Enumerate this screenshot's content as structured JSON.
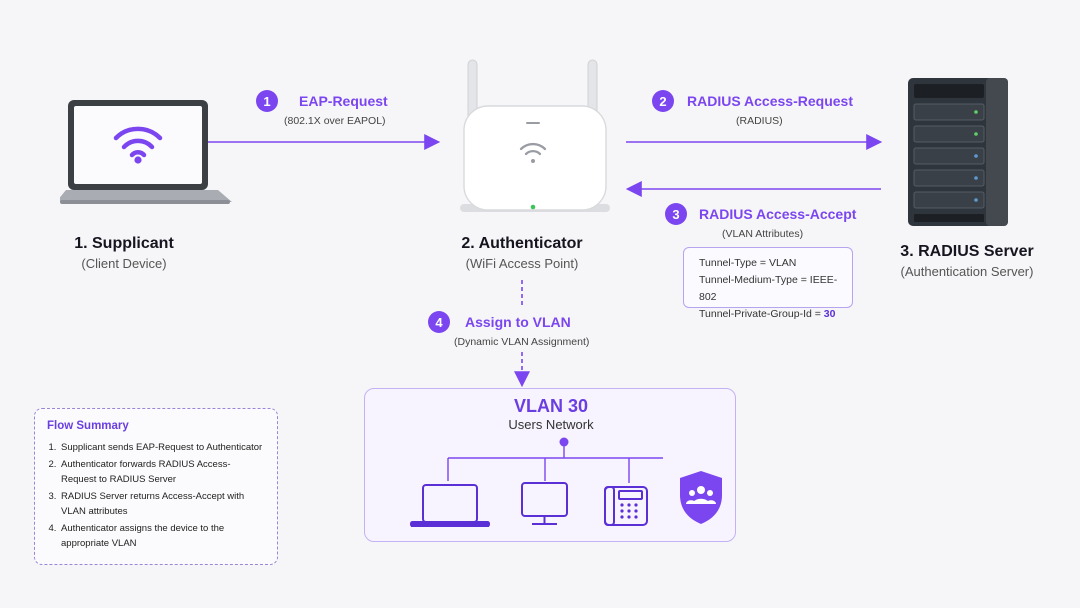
{
  "nodes": {
    "supplicant": {
      "title": "1. Supplicant",
      "subtitle": "(Client Device)"
    },
    "authenticator": {
      "title": "2. Authenticator",
      "subtitle": "(WiFi Access Point)"
    },
    "radius": {
      "title": "3. RADIUS Server",
      "subtitle": "(Authentication Server)"
    }
  },
  "steps": [
    {
      "number": "1",
      "title": "EAP-Request",
      "subtitle": "(802.1X over EAPOL)"
    },
    {
      "number": "2",
      "title": "RADIUS Access-Request",
      "subtitle": "(RADIUS)"
    },
    {
      "number": "3",
      "title": "RADIUS Access-Accept",
      "subtitle": "(VLAN Attributes)"
    },
    {
      "number": "4",
      "title": "Assign to VLAN",
      "subtitle": "(Dynamic VLAN Assignment)"
    }
  ],
  "attributes": {
    "tunnel_type": "Tunnel-Type = VLAN",
    "medium_type": "Tunnel-Medium-Type = IEEE-802",
    "group_id_label": "Tunnel-Private-Group-Id = ",
    "group_id_value": "30"
  },
  "vlan": {
    "title": "VLAN 30",
    "subtitle": "Users Network"
  },
  "summary": {
    "title": "Flow Summary",
    "items": [
      "Supplicant sends EAP-Request to Authenticator",
      "Authenticator forwards RADIUS Access-Request to RADIUS Server",
      "RADIUS Server returns Access-Accept with VLAN attributes",
      "Authenticator assigns the device to the appropriate VLAN"
    ]
  },
  "colors": {
    "accent": "#7b46f0",
    "accent_light": "#c3b3f2",
    "server": "#2f353c",
    "background": "#f6f6f8"
  }
}
